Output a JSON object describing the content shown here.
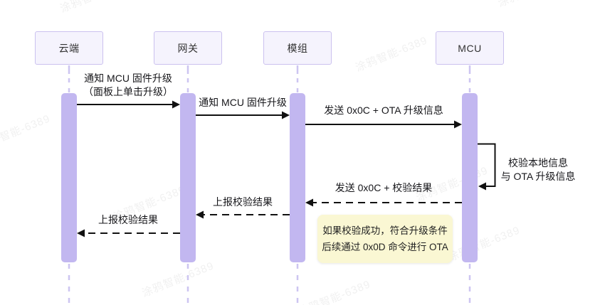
{
  "diagram_type": "sequence",
  "participants": [
    {
      "label": "云端"
    },
    {
      "label": "网关"
    },
    {
      "label": "模组"
    },
    {
      "label": "MCU"
    }
  ],
  "messages": [
    {
      "from": "云端",
      "to": "网关",
      "style": "solid",
      "line1": "通知 MCU 固件升级",
      "line2": "（面板上单击升级）"
    },
    {
      "from": "网关",
      "to": "模组",
      "style": "solid",
      "line1": "通知 MCU 固件升级"
    },
    {
      "from": "模组",
      "to": "MCU",
      "style": "solid",
      "line1": "发送 0x0C + OTA 升级信息"
    },
    {
      "from": "MCU",
      "to": "MCU",
      "style": "self-loop",
      "line1": "校验本地信息",
      "line2": "与 OTA 升级信息"
    },
    {
      "from": "MCU",
      "to": "模组",
      "style": "dashed",
      "line1": "发送 0x0C + 校验结果"
    },
    {
      "from": "模组",
      "to": "网关",
      "style": "dashed",
      "line1": "上报校验结果"
    },
    {
      "from": "网关",
      "to": "云端",
      "style": "dashed",
      "line1": "上报校验结果"
    }
  ],
  "note": {
    "line1": "如果校验成功，符合升级条件",
    "line2": "后续通过 0x0D 命令进行 OTA"
  },
  "watermark": {
    "text": "涂鸦智能-6389"
  },
  "colors": {
    "activation_bar": "#C2B7F0",
    "lifeline": "#CDC5F1",
    "participant_fill": "#F5F3FD",
    "participant_border": "#CBC1EF",
    "note_fill": "#FAF7D3",
    "arrow": "#111111"
  }
}
